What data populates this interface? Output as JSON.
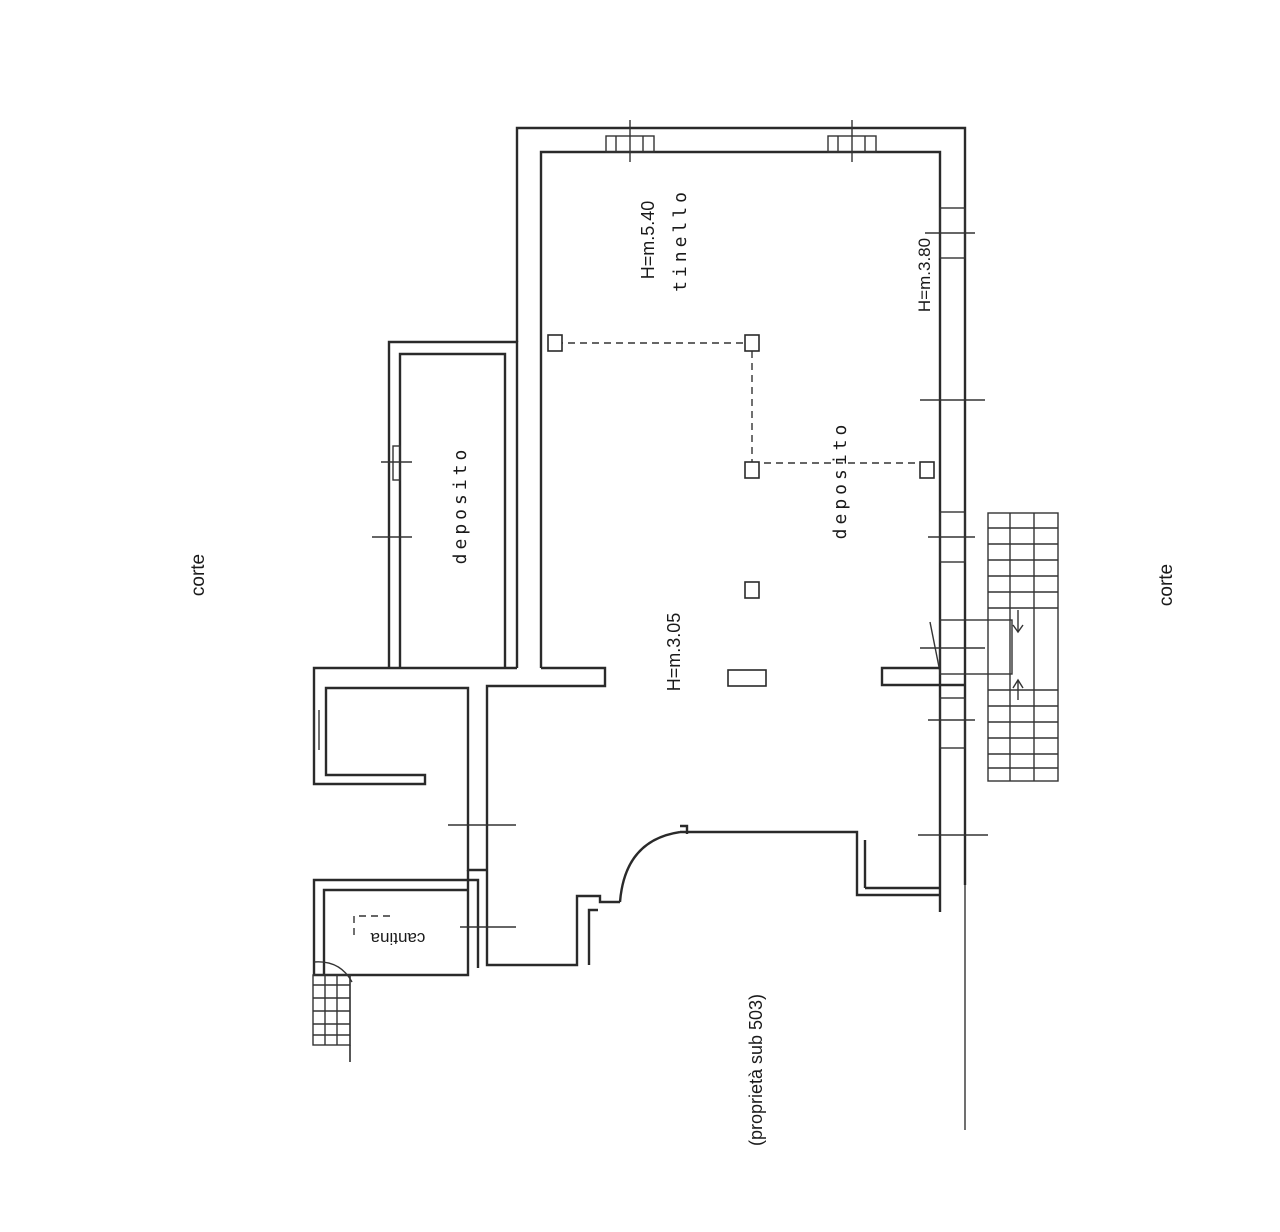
{
  "labels": {
    "court_left": "corte",
    "court_right": "corte",
    "storage_small": "deposito",
    "storage_main": "deposito",
    "height_main": "H=m.3.05",
    "height_dining": "H=m.5.40",
    "dining": "tinello",
    "height_side": "H=m.3.80",
    "cellar": "cantina",
    "property_note": "(proprietà sub 503)"
  }
}
